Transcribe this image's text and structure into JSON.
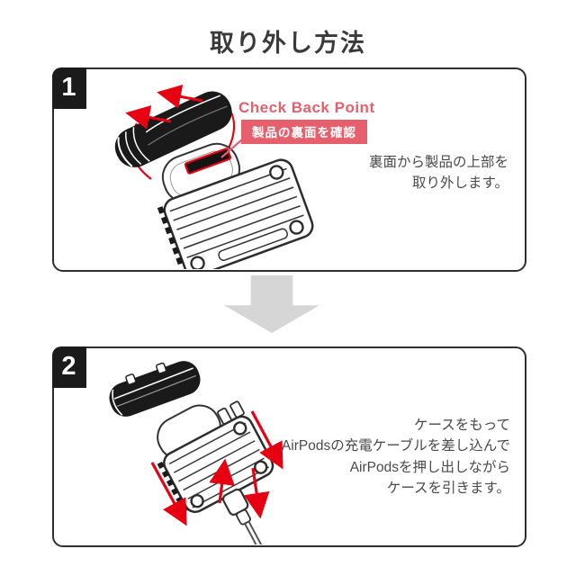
{
  "title": "取り外し方法",
  "colors": {
    "accent_pink": "#e5606c",
    "arrow_red": "#e60012",
    "panel_border": "#2e2e2e",
    "step_badge_bg": "#1b1b1b",
    "body_text": "#4a4a4a",
    "flow_arrow_gray": "#d6d6d6"
  },
  "flow": {
    "icon": "down-arrow"
  },
  "steps": [
    {
      "number": "1",
      "callout": {
        "title": "Check Back Point",
        "badge": "製品の裏面を確認"
      },
      "description_lines": [
        "裏面から製品の上部を",
        "取り外します。"
      ]
    },
    {
      "number": "2",
      "description_lines": [
        "ケースをもって",
        "AirPodsの充電ケーブルを差し込んで",
        "AirPodsを押し出しながら",
        "ケースを引きます。"
      ]
    }
  ]
}
